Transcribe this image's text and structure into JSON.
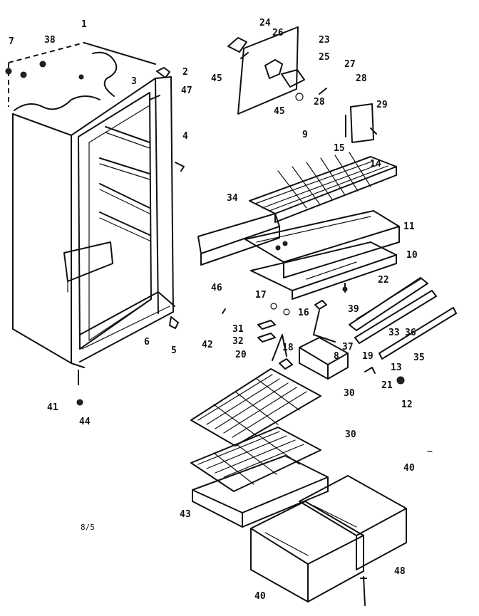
{
  "page_code": "8/5",
  "callouts": [
    "1",
    "2",
    "3",
    "4",
    "5",
    "6",
    "7",
    "8",
    "9",
    "10",
    "11",
    "12",
    "13",
    "14",
    "15",
    "16",
    "17",
    "18",
    "19",
    "20",
    "21",
    "22",
    "23",
    "24",
    "25",
    "26",
    "27",
    "28",
    "28",
    "29",
    "30",
    "30",
    "31",
    "32",
    "33",
    "34",
    "35",
    "36",
    "37",
    "38",
    "39",
    "40",
    "40",
    "41",
    "42",
    "43",
    "44",
    "45",
    "45",
    "46",
    "47",
    "48"
  ]
}
